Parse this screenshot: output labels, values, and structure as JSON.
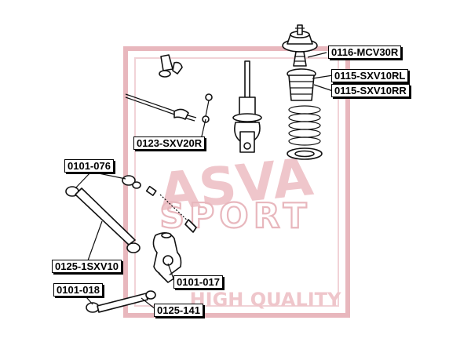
{
  "watermark": {
    "brand": "ASVA",
    "subbrand": "SPORT",
    "tagline": "HIGH QUALITY",
    "color": "#e8b7bd"
  },
  "parts": [
    {
      "id": "0116-MCV30R"
    },
    {
      "id": "0115-SXV10RL"
    },
    {
      "id": "0115-SXV10RR"
    },
    {
      "id": "0123-SXV20R"
    },
    {
      "id": "0101-076"
    },
    {
      "id": "0125-1SXV10"
    },
    {
      "id": "0101-017"
    },
    {
      "id": "0101-018"
    },
    {
      "id": "0125-141"
    }
  ]
}
